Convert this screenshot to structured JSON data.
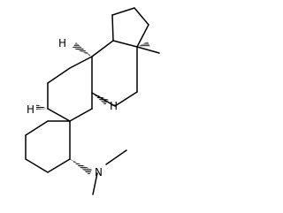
{
  "molecule": {
    "atom_labels": {
      "h_top": "H",
      "h_mid": "H",
      "h_left": "H",
      "n": "N"
    }
  },
  "colors": {
    "background": "#ffffff",
    "bond": "#000000",
    "text": "#000000"
  }
}
